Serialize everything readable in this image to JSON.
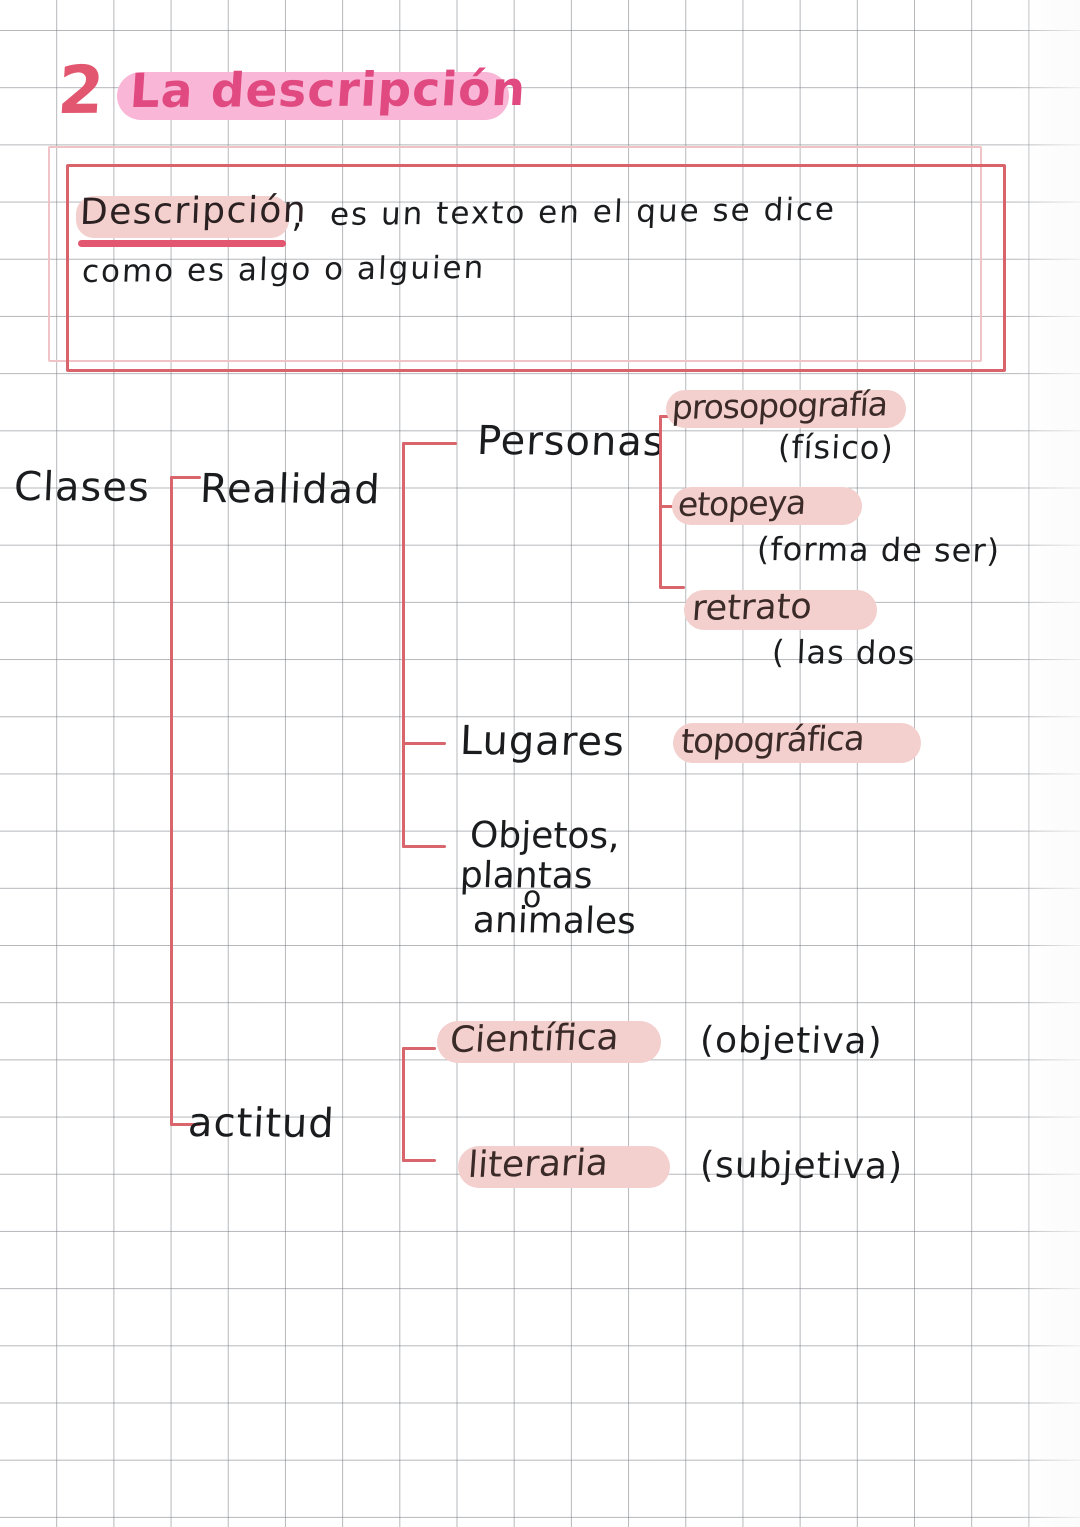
{
  "page": {
    "kind": "handwritten-study-notes",
    "language": "es",
    "paper": "graph-paper",
    "grid_color": "#787c82",
    "ink_color": "#1a1c1e",
    "accent_pink": "#e04a80",
    "accent_red_pen": "#d9656d",
    "highlight_title": "#f9b6d6",
    "highlight_body": "#f3cfcd"
  },
  "heading": {
    "number": "2",
    "title": "La descripción"
  },
  "definition_box": {
    "term": "Descripción",
    "comma": ",",
    "line1_rest": "es un texto en el que se dice",
    "line2": "como es algo o alguien"
  },
  "diagram": {
    "root_label": "Clases",
    "branches": [
      {
        "label": "Realidad",
        "children": [
          {
            "label": "Personas",
            "types": [
              {
                "name": "prosopografía",
                "note": "(físico)",
                "highlighted": true
              },
              {
                "name": "etopeya",
                "note": "(forma de ser)",
                "highlighted": true
              },
              {
                "name": "retrato",
                "note": "( las dos",
                "highlighted": true
              }
            ]
          },
          {
            "label": "Lugares",
            "types": [
              {
                "name": "topográfica",
                "note": "",
                "highlighted": true
              }
            ]
          },
          {
            "label": "Objetos,\nplantas\no\nanimales",
            "label_line1": "Objetos,",
            "label_line2": "plantas",
            "label_line3": "o",
            "label_line4": "animales",
            "types": []
          }
        ]
      },
      {
        "label": "actitud",
        "children": [
          {
            "label": "Científica",
            "note": "(objetiva)",
            "highlighted": true
          },
          {
            "label": "literaria",
            "note": "(subjetiva)",
            "highlighted": true
          }
        ]
      }
    ]
  }
}
